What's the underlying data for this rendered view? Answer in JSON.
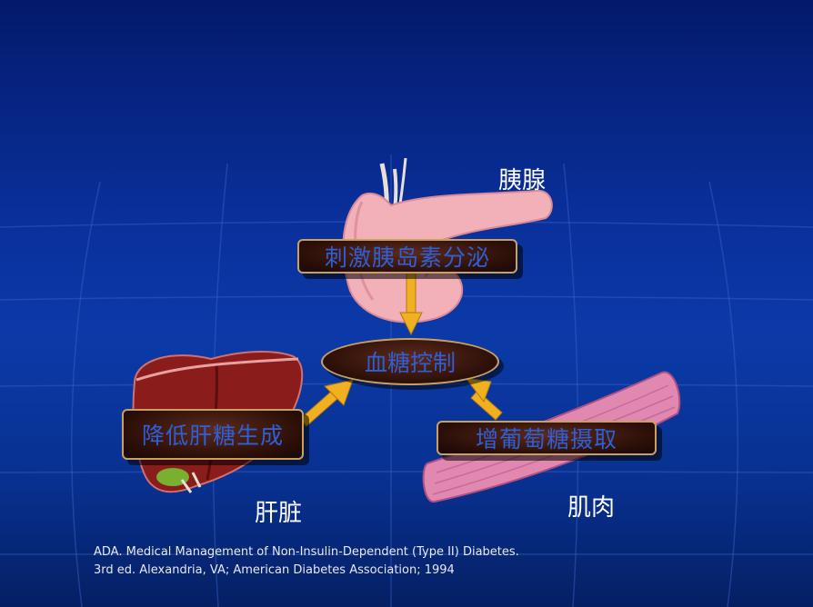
{
  "slide": {
    "center": "血糖控制",
    "pancreas": {
      "label": "胰腺",
      "effect": "刺激胰岛素分泌"
    },
    "liver": {
      "label": "肝脏",
      "effect": "降低肝糖生成"
    },
    "muscle": {
      "label": "肌肉",
      "effect": "增葡萄糖摄取"
    },
    "citation": {
      "line1": "ADA. Medical Management of Non-Insulin-Dependent (Type II) Diabetes.",
      "line2": "3rd ed. Alexandria, VA; American Diabetes Association; 1994"
    }
  },
  "colors": {
    "background": "#0b3aa8",
    "box_text": "#2f5fd6",
    "box_border": "#c9a060",
    "arrow": "#f0b020"
  }
}
